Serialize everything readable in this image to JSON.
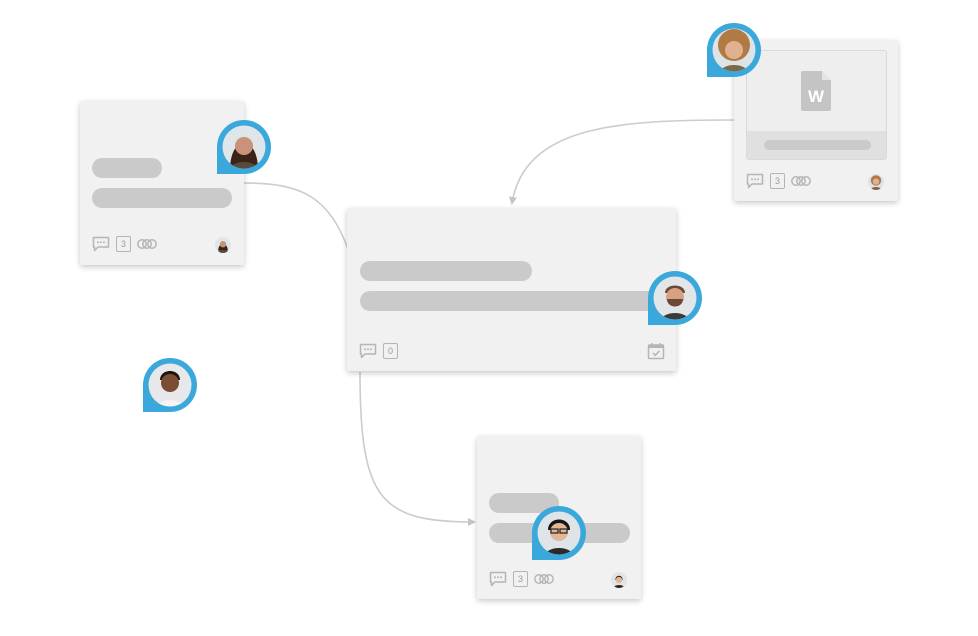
{
  "cards": {
    "left": {
      "comment_icon": "comment-icon",
      "count": "3",
      "links_icon": "link-rings-icon"
    },
    "center": {
      "comment_icon": "comment-icon",
      "count": "0",
      "calendar_icon": "calendar-check-icon"
    },
    "bottom": {
      "comment_icon": "comment-icon",
      "count": "3",
      "links_icon": "link-rings-icon"
    },
    "document": {
      "comment_icon": "comment-icon",
      "count": "3",
      "links_icon": "link-rings-icon",
      "file_icon": "word-document-icon",
      "file_letter": "W"
    }
  },
  "colors": {
    "accent": "#3aa8da",
    "card": "#f1f1f1",
    "placeholder": "#cacaca",
    "connector": "#cccccc",
    "icon": "#b5b5b5",
    "word_icon": "#c4c4c4"
  },
  "avatars": [
    {
      "name": "avatar-woman-dark-hair",
      "skin": "#c8937a",
      "hair": "#3a2418",
      "shirt": "#5a4a3c",
      "bg": "#dfe6ea"
    },
    {
      "name": "avatar-woman-curly-blonde",
      "skin": "#e1b08e",
      "hair": "#b07a44",
      "shirt": "#7a6a48",
      "bg": "#dde3e6"
    },
    {
      "name": "avatar-man-beard",
      "skin": "#d6a283",
      "hair": "#6a4a34",
      "shirt": "#3b3b3b",
      "bg": "#e3e6e8"
    },
    {
      "name": "avatar-woman-short-hair",
      "skin": "#7b4e34",
      "hair": "#1e130d",
      "shirt": "#f4f4f4",
      "bg": "#e6e8ea"
    },
    {
      "name": "avatar-man-glasses",
      "skin": "#e3b795",
      "hair": "#161616",
      "shirt": "#2a2a2a",
      "bg": "#dfe4e8"
    }
  ]
}
